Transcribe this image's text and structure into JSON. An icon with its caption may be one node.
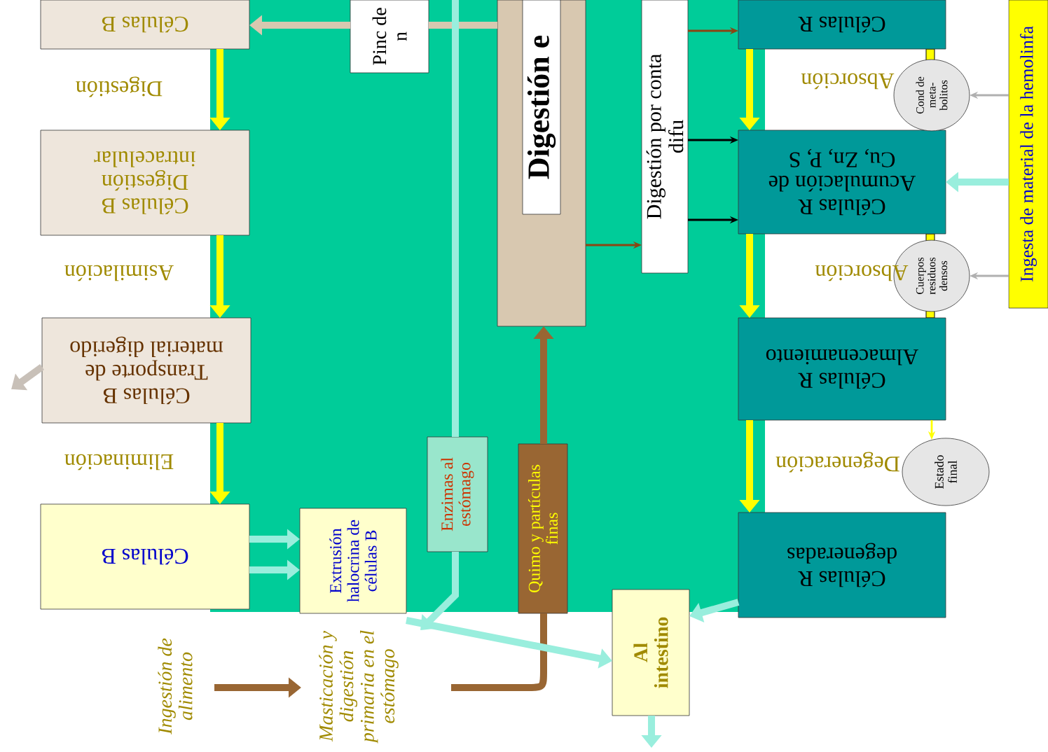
{
  "diagram": {
    "nodes": [
      {
        "text": [
          "Células B"
        ]
      },
      {
        "text": [
          "Células B Digestión intracelular"
        ]
      },
      {
        "text": [
          "Células B Transporte de material digerido"
        ]
      },
      {
        "text": [
          "Células B"
        ]
      },
      {
        "text": [
          "Extrusión halocrina de células B"
        ]
      },
      {
        "text": [
          "Enzimas al estómago"
        ]
      },
      {
        "text": [
          "Quimo y partículas finas"
        ]
      },
      {
        "text": [
          "Al intestino"
        ]
      },
      {
        "text": [
          "Pinc de n"
        ]
      },
      {
        "text": [],
        "shape": "bar"
      },
      {
        "text": [
          "Digestión e"
        ],
        "in": 9
      },
      {
        "text": [
          "Digestión por conta difu"
        ]
      },
      {
        "text": [
          "Células R"
        ]
      },
      {
        "text": [
          "Células R Acumulación de Cu, Zn, P, S"
        ]
      },
      {
        "text": [
          "Células R Almacenamiento"
        ]
      },
      {
        "text": [
          "Células R degeneradas"
        ]
      },
      {
        "text": [
          "Cond de meta- bolitos"
        ]
      },
      {
        "text": [
          "Cuerpos residuos densos"
        ]
      },
      {
        "text": [
          "Estado final"
        ]
      },
      {
        "text": [
          "Ingesta de material de la hemolinfa"
        ]
      },
      {
        "text": [
          "Ingestión de alimento"
        ]
      },
      {
        "text": [
          "Masticación y digestión primaria en el estómago"
        ]
      }
    ],
    "edges": [
      {
        "from": 0,
        "to": 1,
        "arrow": "to",
        "color": "#ffff00"
      },
      {
        "from": 1,
        "to": 2,
        "arrow": "to",
        "color": "#ffff00"
      },
      {
        "from": 2,
        "to": 3,
        "arrow": "to",
        "color": "#ffff00"
      },
      {
        "from": 12,
        "to": 13,
        "arrow": "to",
        "color": "#ffff00"
      },
      {
        "from": 13,
        "to": 14,
        "arrow": "to",
        "color": "#ffff00"
      },
      {
        "from": 14,
        "to": 15,
        "arrow": "to",
        "color": "#ffff00"
      },
      {
        "from": 14,
        "to": 18,
        "arrow": "to",
        "color": "#ffff00"
      },
      {
        "from": 19,
        "to": 16,
        "arrow": "to",
        "color": "#b0b0b0"
      },
      {
        "from": 19,
        "to": 13,
        "arrow": "to",
        "color": "#99eedd"
      },
      {
        "from": 19,
        "to": 17,
        "arrow": "to",
        "color": "#b0b0b0"
      },
      {
        "from": 9,
        "to": 8,
        "arrow": "none",
        "color": "#d8c8b0"
      },
      {
        "from": 8,
        "to": 0,
        "arrow": "to",
        "color": "#d8c8b0"
      },
      {
        "from": 11,
        "to": 12,
        "arrow": "to",
        "color": "#8b4513"
      },
      {
        "from": 11,
        "to": 13,
        "arrow": "to",
        "color": "#000000"
      },
      {
        "from": 11,
        "to": 13,
        "arrow": "to",
        "color": "#000000"
      },
      {
        "from": 9,
        "to": 11,
        "arrow": "to",
        "color": "#8b4513"
      },
      {
        "from": 6,
        "to": 9,
        "arrow": "to",
        "color": "#996633"
      },
      {
        "from": 21,
        "to": 6,
        "arrow": "none",
        "color": "#996633"
      },
      {
        "from": 20,
        "to": 21,
        "arrow": "to",
        "color": "#996633"
      },
      {
        "from": 3,
        "to": 4,
        "arrow": "to",
        "color": "#99eedd"
      },
      {
        "from": 3,
        "to": 4,
        "arrow": "to",
        "color": "#99eedd"
      },
      {
        "from": 4,
        "to": 7,
        "arrow": "to",
        "color": "#99eedd"
      },
      {
        "from": null,
        "to": 5,
        "arrow": "none",
        "color": "#99eedd"
      },
      {
        "from": 5,
        "to": 21,
        "arrow": "to",
        "color": "#99eedd"
      },
      {
        "from": 15,
        "to": 7,
        "arrow": "to",
        "color": "#99eedd"
      },
      {
        "from": 7,
        "to": null,
        "arrow": "to",
        "color": "#99eedd"
      },
      {
        "from": 2,
        "to": null,
        "arrow": "to",
        "color": "#c8c0b8"
      }
    ],
    "labels": [
      "Digestión",
      "Asimilación",
      "Eliminación",
      "Absorción",
      "Absorción",
      "Degeneración"
    ]
  }
}
